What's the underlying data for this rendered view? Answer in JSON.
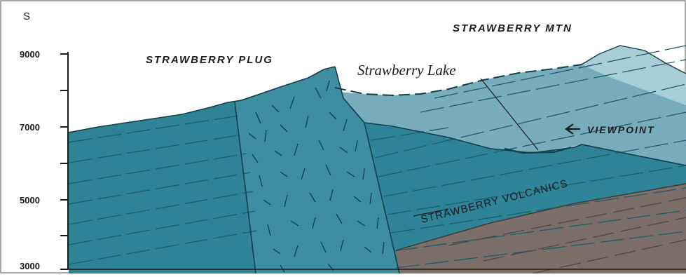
{
  "orientation_label": "S",
  "axis": {
    "tick_labels": [
      "9000",
      "7000",
      "5000",
      "3000"
    ]
  },
  "labels": {
    "strawberry_mtn": "STRAWBERRY MTN",
    "strawberry_plug": "STRAWBERRY PLUG",
    "strawberry_lake": "Strawberry Lake",
    "viewpoint": "VIEWPOINT",
    "strawberry_volcanics": "STRAWBERRY VOLCANICS"
  },
  "colors": {
    "frame": "#8a8a8a",
    "volcanics_dark": "#2f8397",
    "volcanics_mid": "#5f9fae",
    "mountain_light": "#a9cdd5",
    "basement": "#7c6f6a",
    "ink": "#1b1b1b"
  }
}
